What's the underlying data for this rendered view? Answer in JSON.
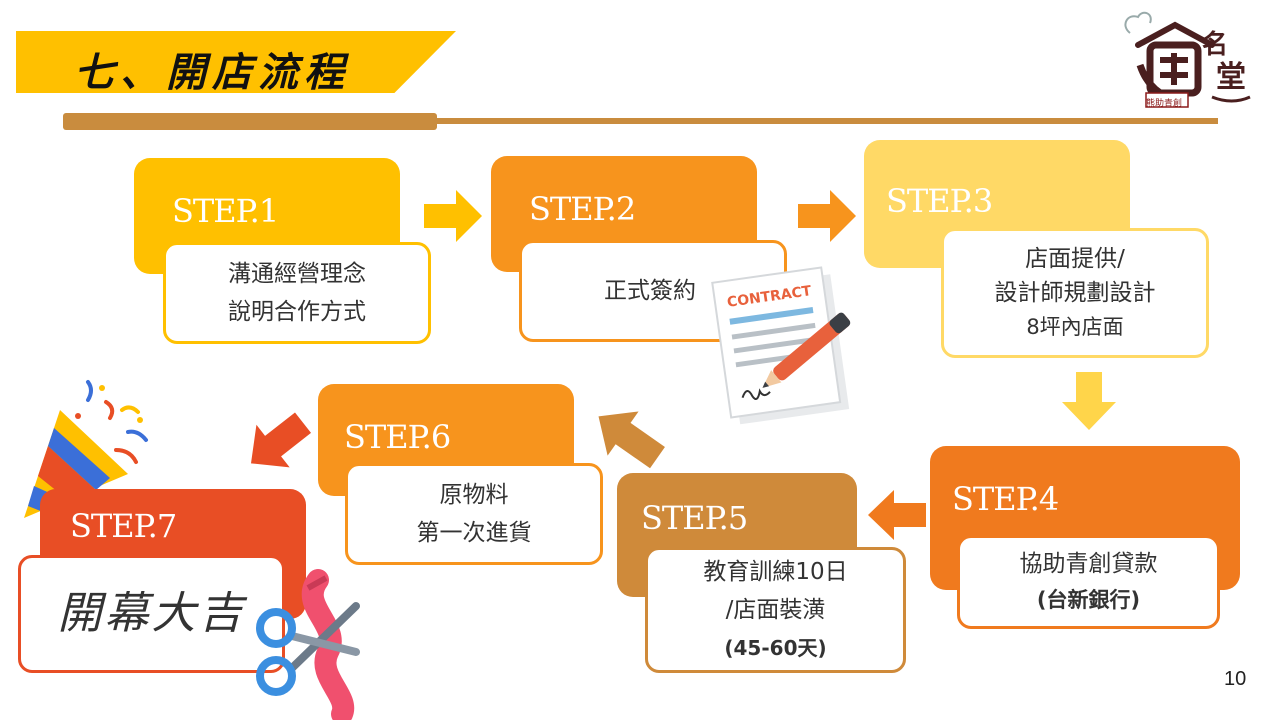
{
  "title": "七、開店流程",
  "logo": {
    "name": "名堂",
    "subtitle": "熊助青創"
  },
  "steps": [
    {
      "label": "STEP.1",
      "lines": [
        "溝通經營理念",
        "說明合作方式"
      ]
    },
    {
      "label": "STEP.2",
      "lines": [
        "正式簽約"
      ],
      "contract_text": "CONTRACT"
    },
    {
      "label": "STEP.3",
      "lines": [
        "店面提供/",
        "設計師規劃設計",
        "8坪內店面"
      ]
    },
    {
      "label": "STEP.4",
      "lines": [
        "協助青創貸款",
        "(台新銀行)"
      ]
    },
    {
      "label": "STEP.5",
      "lines": [
        "教育訓練10日",
        "/店面裝潢",
        "(45-60天)"
      ]
    },
    {
      "label": "STEP.6",
      "lines": [
        "原物料",
        "第一次進貨"
      ]
    },
    {
      "label": "STEP.7",
      "lines": [
        "開幕大吉"
      ]
    }
  ],
  "colors": {
    "step1": "#FFC000",
    "step2": "#F7941D",
    "step3": "#FFD966",
    "step4": "#F07A1E",
    "step5": "#CF8A3A",
    "step6": "#F7941D",
    "step7": "#E84E25",
    "rule": "#C98C3E"
  },
  "icons": [
    "arrow-right-icon",
    "arrow-down-icon",
    "arrow-left-icon",
    "contract-icon",
    "party-popper-icon",
    "scissors-ribbon-icon"
  ],
  "page_number": "10"
}
